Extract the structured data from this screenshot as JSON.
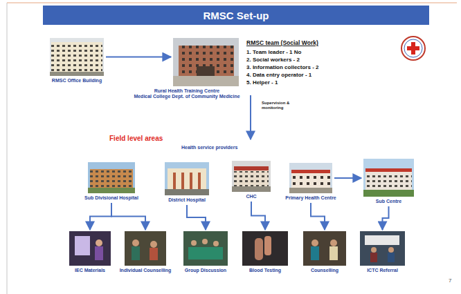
{
  "diagram": {
    "title": "RMSC Set-up",
    "nodes": [
      {
        "text": [
          "RMSC Office Building"
        ]
      },
      {
        "text": [
          "Rural Health Training Centre",
          "Medical College Dept. of Community Medicine"
        ]
      },
      {
        "text": [
          "Sub Divisional Hospital"
        ]
      },
      {
        "text": [
          "District Hospital"
        ]
      },
      {
        "text": [
          "CHC"
        ]
      },
      {
        "text": [
          "Primary Health Centre"
        ]
      },
      {
        "text": [
          "Sub Centre"
        ]
      },
      {
        "text": [
          "IEC Materials"
        ]
      },
      {
        "text": [
          "Individual Counselling"
        ]
      },
      {
        "text": [
          "Group Discussion"
        ]
      },
      {
        "text": [
          "Blood Testing"
        ]
      },
      {
        "text": [
          "Counselling"
        ]
      },
      {
        "text": [
          "ICTC Referral"
        ]
      }
    ],
    "edges": [
      {
        "from": 0,
        "to": 1,
        "arrow": "to"
      },
      {
        "from": 5,
        "to": 6,
        "arrow": "to"
      },
      {
        "from": 2,
        "to": 7,
        "arrow": "to"
      },
      {
        "from": 2,
        "to": 8,
        "arrow": "to"
      },
      {
        "from": 3,
        "to": 9,
        "arrow": "to"
      },
      {
        "from": 4,
        "to": 10,
        "arrow": "to"
      },
      {
        "from": 5,
        "to": 11,
        "arrow": "to"
      },
      {
        "from": 6,
        "to": 12,
        "arrow": "to"
      }
    ],
    "labels": [
      "RMSC team (Social Work)",
      "1. Team leader - 1 No",
      "2. Social workers - 2",
      "3. Information collectors - 2",
      "4. Data entry operator - 1",
      "5. Helper - 1",
      "Supervision & monitoring",
      "Field level areas",
      "Health service providers",
      "7"
    ]
  }
}
